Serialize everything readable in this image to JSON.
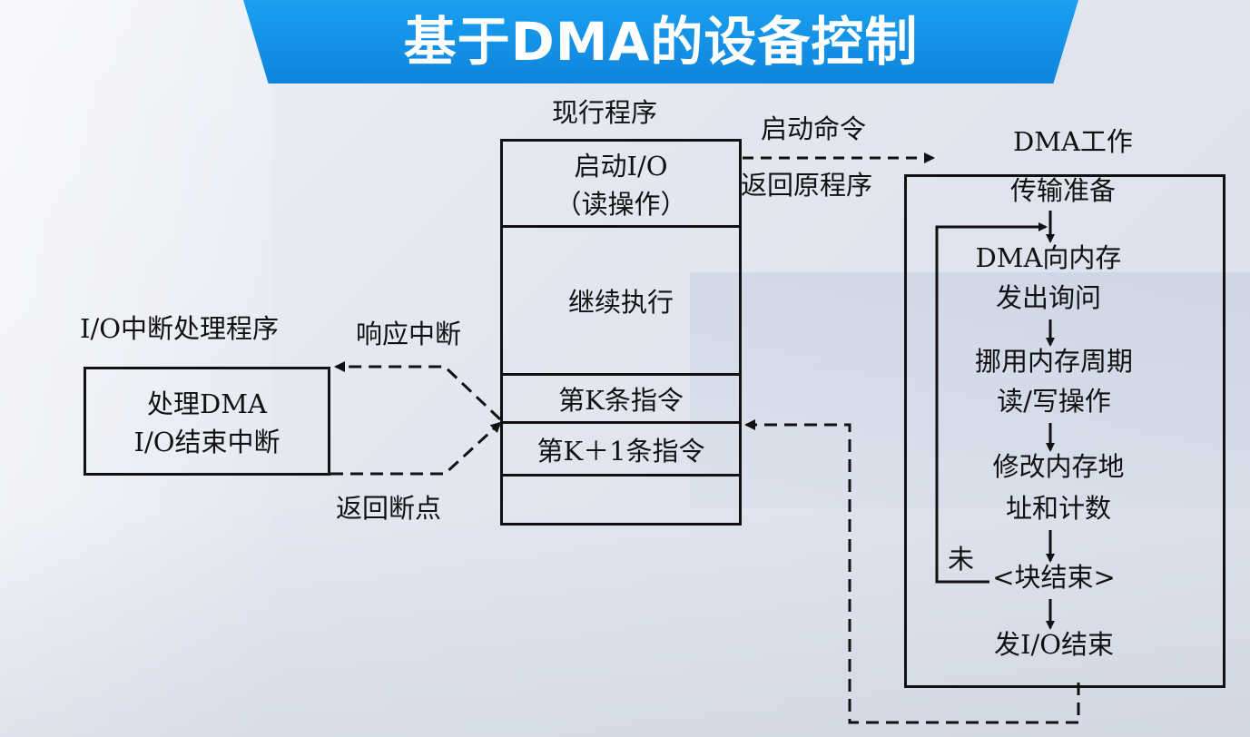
{
  "title": "基于DMA的设备控制",
  "program": {
    "heading": "现行程序",
    "rows": [
      {
        "line1": "启动I/O",
        "line2": "（读操作）"
      },
      {
        "line1": "继续执行"
      },
      {
        "line1": "第K条指令"
      },
      {
        "line1": "第K＋1条指令"
      },
      {
        "line1": ""
      }
    ]
  },
  "arrows": {
    "start_cmd": "启动命令",
    "return_orig": "返回原程序",
    "respond_int": "响应中断",
    "return_bp": "返回断点"
  },
  "interrupt": {
    "heading": "I/O中断处理程序",
    "line1": "处理DMA",
    "line2": "I/O结束中断"
  },
  "dma": {
    "heading": "DMA工作",
    "steps": [
      {
        "line1": "传输准备"
      },
      {
        "line1": "DMA向内存",
        "line2": "发出询问"
      },
      {
        "line1": "挪用内存周期",
        "line2": "读/写操作"
      },
      {
        "line1": "修改内存地",
        "line2": "址和计数"
      },
      {
        "line1": "<块结束>"
      },
      {
        "line1": "发I/O结束"
      }
    ],
    "loop_label": "未"
  }
}
